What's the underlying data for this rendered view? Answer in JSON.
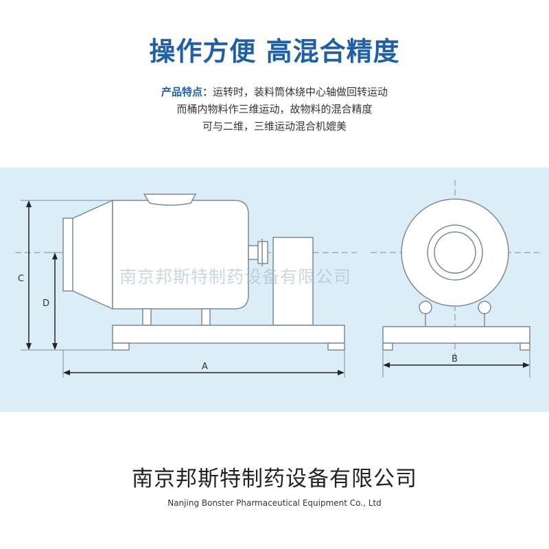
{
  "headline": "操作方便  高混合精度",
  "features": {
    "label": "产品特点：",
    "line1": "运转时，装料筒体绕中心轴做回转运动",
    "line2": "而桶内物料作三维运动，故物料的混合精度",
    "line3": "可与二维，三维运动混合机媲美"
  },
  "diagram": {
    "dimension_labels": {
      "a": "A",
      "b": "B",
      "c": "C",
      "d": "D"
    },
    "watermark": "南京邦斯特制药设备有限公司"
  },
  "footer": {
    "company_cn": "南京邦斯特制药设备有限公司",
    "company_en": "Nanjing Bonster Pharmaceutical Equipment  Co., Ltd"
  },
  "colors": {
    "headline": "#1f5fa8",
    "panel_background": "#dbeef8"
  }
}
